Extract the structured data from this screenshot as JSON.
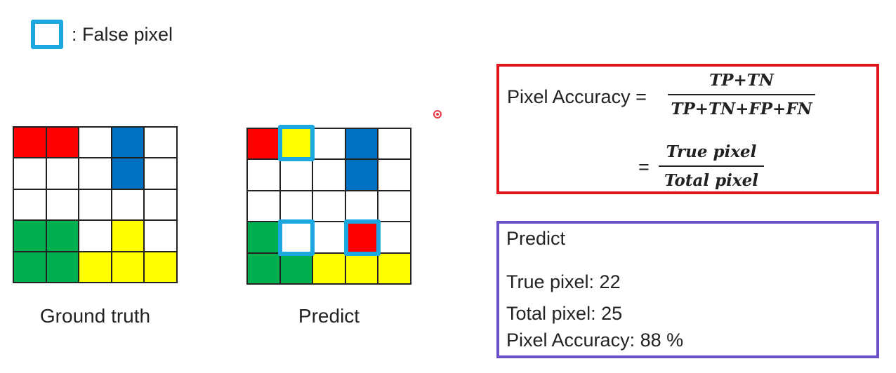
{
  "legend": {
    "text": ": False pixel",
    "swatch_color": "#1BA8E0"
  },
  "colors": {
    "red": "#FF0000",
    "blue": "#0070C0",
    "green": "#00B050",
    "yellow": "#FFFF00",
    "white": "#FFFFFF",
    "false_marker": "#1BA8E0"
  },
  "ground_truth": {
    "label": "Ground truth",
    "cells": [
      [
        "red",
        "red",
        "white",
        "blue",
        "white"
      ],
      [
        "white",
        "white",
        "white",
        "blue",
        "white"
      ],
      [
        "white",
        "white",
        "white",
        "white",
        "white"
      ],
      [
        "green",
        "green",
        "white",
        "yellow",
        "white"
      ],
      [
        "green",
        "green",
        "yellow",
        "yellow",
        "yellow"
      ]
    ]
  },
  "prediction": {
    "label": "Predict",
    "cells": [
      [
        "red",
        "yellow",
        "white",
        "blue",
        "white"
      ],
      [
        "white",
        "white",
        "white",
        "blue",
        "white"
      ],
      [
        "white",
        "white",
        "white",
        "white",
        "white"
      ],
      [
        "green",
        "white",
        "white",
        "red",
        "white"
      ],
      [
        "green",
        "green",
        "yellow",
        "yellow",
        "yellow"
      ]
    ],
    "false_pixels": [
      [
        0,
        1
      ],
      [
        3,
        1
      ],
      [
        3,
        3
      ]
    ]
  },
  "formula": {
    "prefix": "Pixel Accuracy =",
    "numerator": "TP+TN",
    "denominator": "TP+TN+FP+FN",
    "prefix2": "=",
    "numerator2": "True pixel",
    "denominator2": "Total pixel"
  },
  "predict_box": {
    "title": "Predict",
    "true_pixel": "True pixel: 22",
    "total_pixel": "Total pixel: 25",
    "accuracy": "Pixel Accuracy: 88 %"
  }
}
